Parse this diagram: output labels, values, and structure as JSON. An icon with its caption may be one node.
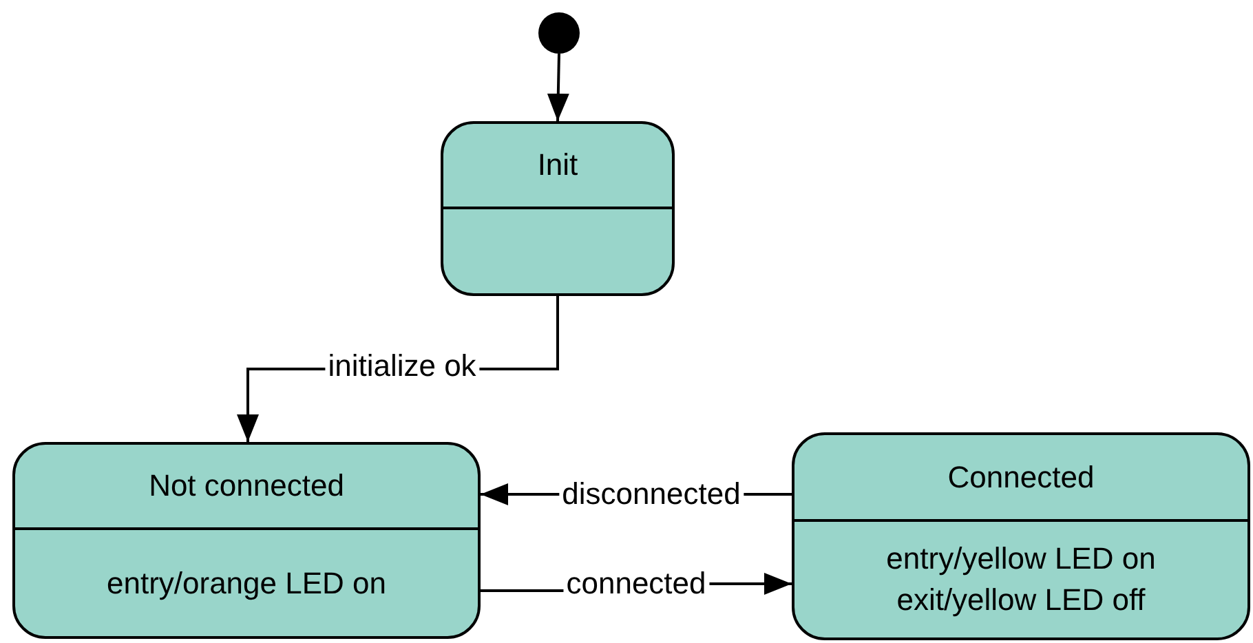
{
  "diagram": {
    "nodes": [
      {
        "text": [],
        "shape": "circle"
      },
      {
        "text": [
          "Init"
        ]
      },
      {
        "text": [
          "Not connected",
          "entry/orange LED on"
        ]
      },
      {
        "text": [
          "Connected",
          "entry/yellow LED on exit/yellow LED off"
        ]
      }
    ],
    "edges": [
      {
        "from": 0,
        "to": 1,
        "arrow": "to"
      },
      {
        "from": 1,
        "to": 2,
        "arrow": "to",
        "label": "initialize ok"
      },
      {
        "from": 3,
        "to": 2,
        "arrow": "to",
        "label": "disconnected"
      },
      {
        "from": 2,
        "to": 3,
        "arrow": "to",
        "label": "connected"
      }
    ]
  }
}
